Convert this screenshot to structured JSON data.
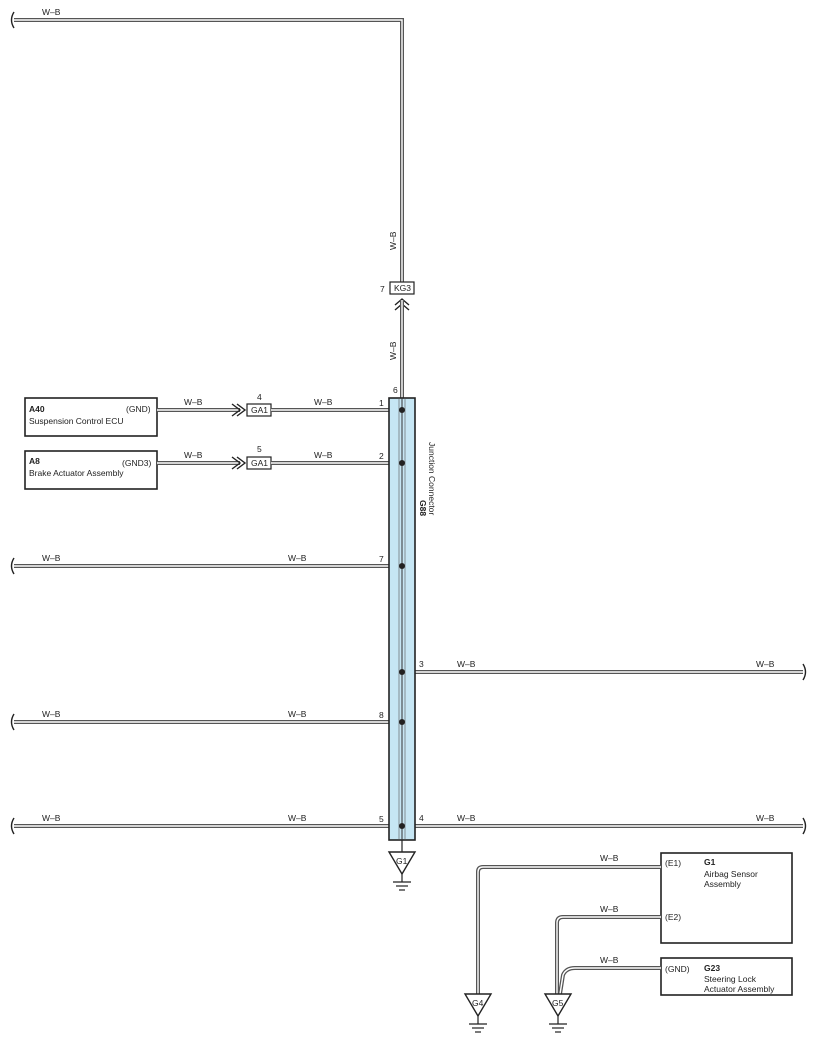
{
  "wire_color": "W–B",
  "junction_connector": {
    "code": "G88",
    "name": "Junction Connector"
  },
  "pins": {
    "p1": "1",
    "p2": "2",
    "p3": "3",
    "p4": "4",
    "p5": "5",
    "p6": "6",
    "p7": "7",
    "p8": "8",
    "kg3_pin": "7",
    "ga1_pin_a": "4",
    "ga1_pin_b": "5"
  },
  "inline_connectors": {
    "kg3": "KG3",
    "ga1": "GA1"
  },
  "components": {
    "a40": {
      "code": "A40",
      "name": "Suspension Control ECU",
      "terminal": "(GND)"
    },
    "a8": {
      "code": "A8",
      "name": "Brake Actuator Assembly",
      "terminal": "(GND3)"
    },
    "g1": {
      "code": "G1",
      "name_line1": "Airbag Sensor",
      "name_line2": "Assembly",
      "terminal_e1": "(E1)",
      "terminal_e2": "(E2)"
    },
    "g23": {
      "code": "G23",
      "name_line1": "Steering Lock",
      "name_line2": "Actuator Assembly",
      "terminal": "(GND)"
    }
  },
  "grounds": {
    "g1": "G1",
    "g4": "G4",
    "g5": "G5"
  }
}
